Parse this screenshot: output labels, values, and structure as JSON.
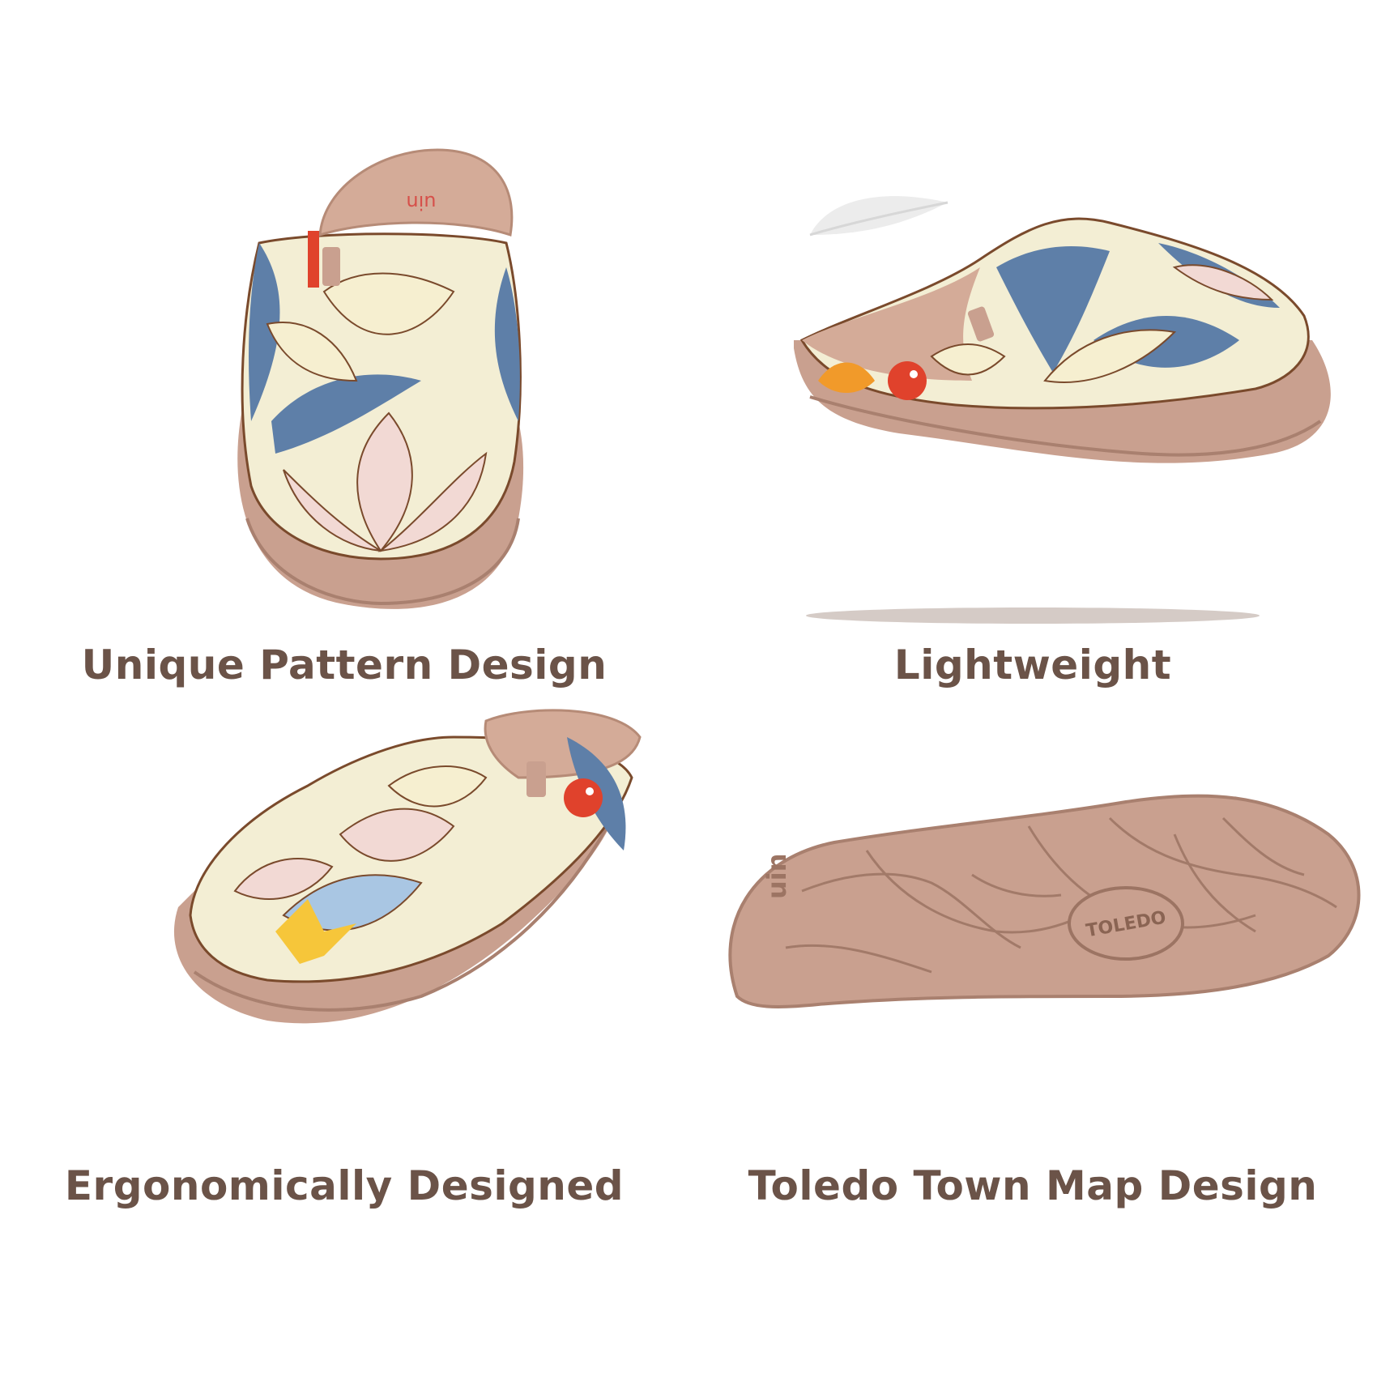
{
  "captions": {
    "top_left": "Unique Pattern Design",
    "top_right": "Lightweight",
    "bottom_left": "Ergonomically Designed",
    "bottom_right": "Toledo Town Map Design"
  },
  "brand": {
    "tag_text": "uin",
    "sole_stamp": "TOLEDO"
  },
  "colors": {
    "caption_text": "#6b5348",
    "sole": "#c9a08f",
    "sole_dark": "#a9806f",
    "insole": "#d4ab98",
    "canvas_cream": "#f3eed4",
    "petal_blue": "#5e7fa8",
    "petal_outline": "#7a4a2c",
    "accent_red": "#e0422c",
    "accent_orange": "#f19a2a",
    "accent_yellow": "#f6c63a"
  },
  "icons": {
    "feather": "feather-icon",
    "logo_badge": "uin-logo-icon"
  }
}
